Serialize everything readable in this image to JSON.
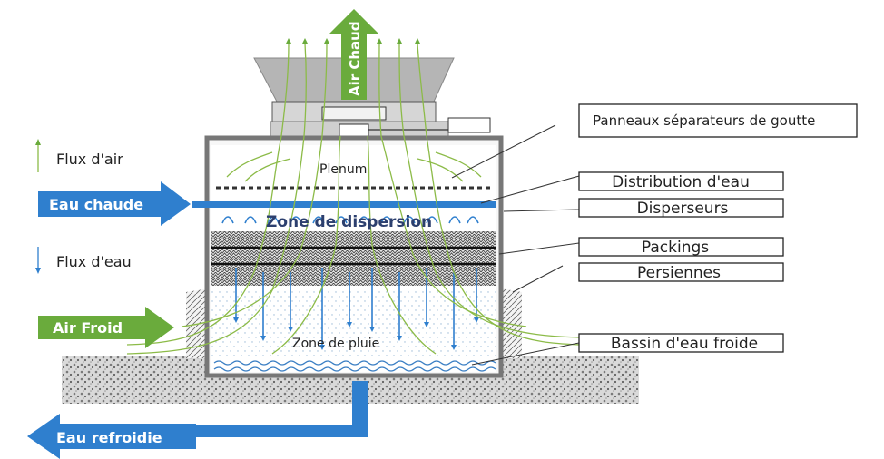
{
  "diagram": {
    "arrows": {
      "air_chaud": "Air Chaud",
      "eau_chaude": "Eau chaude",
      "air_froid": "Air Froid",
      "eau_refroidie": "Eau refroidie"
    },
    "legend": {
      "air_flow": "Flux d'air",
      "water_flow": "Flux d'eau"
    },
    "zones": {
      "plenum": "Plenum",
      "dispersion": "Zone de dispersion",
      "rain": "Zone de pluie"
    },
    "callouts": [
      "Panneaux séparateurs de goutte",
      "Distribution d'eau",
      "Disperseurs",
      "Packings",
      "Persiennes",
      "Bassin d'eau froide"
    ],
    "colors": {
      "air": "#6aab3c",
      "water": "#2f7fce",
      "air_line": "#8cbb48",
      "water_line": "#2f7fce"
    }
  }
}
